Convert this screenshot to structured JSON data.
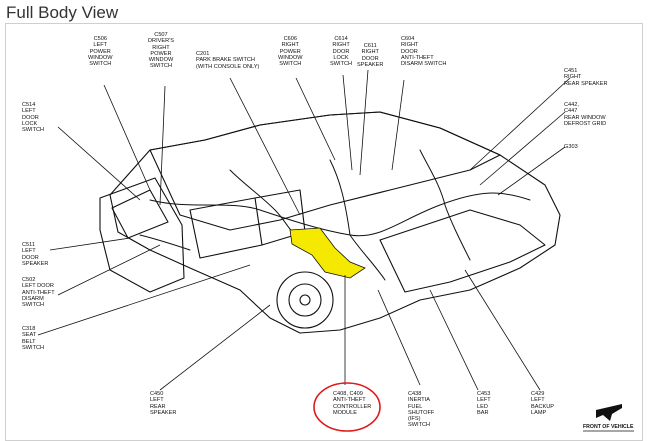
{
  "title": "Full Body View",
  "labels": {
    "c506": "C506\nLEFT\nPOWER\nWINDOW\nSWITCH",
    "c507": "C507\nDRIVER'S\nRIGHT\nPOWER\nWINDOW\nSWITCH",
    "c201": "C201\nPARK BRAKE SWITCH\n(WITH CONSOLE ONLY)",
    "c606": "C606\nRIGHT\nPOWER\nWINDOW\nSWITCH",
    "c614": "C614\nRIGHT\nDOOR\nLOCK\nSWITCH",
    "c611": "C611\nRIGHT\nDOOR\nSPEAKER",
    "c604": "C604\nRIGHT\nDOOR\nANTI-THEFT\nDISARM SWITCH",
    "c451": "C451\nRIGHT\nREAR SPEAKER",
    "c442": "C442,\nC447\nREAR WINDOW\nDEFROST GRID",
    "g303": "G303",
    "c514": "C514\nLEFT\nDOOR\nLOCK\nSWITCH",
    "c511": "C511\nLEFT\nDOOR\nSPEAKER",
    "c502": "C502\nLEFT DOOR\nANTI-THEFT\nDISARM\nSWITCH",
    "c318": "C318\nSEAT\nBELT\nSWITCH",
    "c450": "C450\nLEFT\nREAR\nSPEAKER",
    "c408": "C408, C409\nANTI-THEFT\nCONTROLLER\nMODULE",
    "c438": "C438\nINERTIA\nFUEL\nSHUTOFF\n(IFS)\nSWITCH",
    "c453": "C453\nLEFT\nLED\nBAR",
    "c429": "C429\nLEFT\nBACKUP\nLAMP"
  },
  "front_of_vehicle": "FRONT OF VEHICLE",
  "colors": {
    "highlight": "#f5e900",
    "annotation_circle": "#e0191b"
  }
}
